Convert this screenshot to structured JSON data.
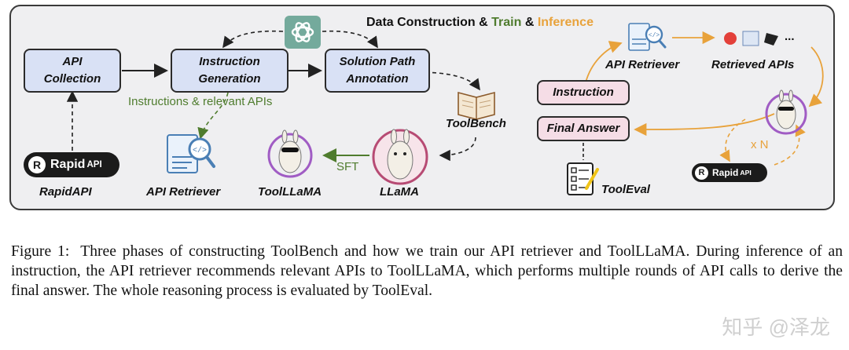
{
  "figure": {
    "title_prefix": "Data Construction &",
    "title_train": "Train",
    "title_amp": "&",
    "title_inference": "Inference",
    "boxes": {
      "api_collection": [
        "API",
        "Collection"
      ],
      "instruction_generation": [
        "Instruction",
        "Generation"
      ],
      "solution_path_annotation": [
        "Solution Path",
        "Annotation"
      ],
      "instruction": "Instruction",
      "final_answer": "Final Answer"
    },
    "labels": {
      "rapidapi": "RapidAPI",
      "api_retriever": "API Retriever",
      "toolllama": "ToolLLaMA",
      "llama": "LLaMA",
      "toolbench": "ToolBench",
      "api_retriever_inference": "API Retriever",
      "retrieved_apis": "Retrieved APIs",
      "tooleval": "ToolEval"
    },
    "edge_labels": {
      "instructions_apis": "Instructions &   relevant APIs",
      "sft": "SFT",
      "xn": "x N",
      "ellipsis": "..."
    },
    "rapidapi_logo": {
      "letter": "R",
      "word": "Rapid",
      "suffix": "API"
    },
    "colors": {
      "train": "#4f7c2e",
      "inference": "#e8a23b",
      "box_blue": "#d9e1f5",
      "box_pink": "#f5dde6",
      "frame_bg": "#efeff1"
    },
    "icons": [
      "chatgpt-icon",
      "document-search-icon",
      "book-icon",
      "llama-icon",
      "checklist-icon"
    ]
  },
  "caption": {
    "label": "Figure 1:",
    "text": "Three phases of constructing ToolBench and how we train our API retriever and ToolLLaMA. During inference of an instruction, the API retriever recommends relevant APIs to ToolLLaMA, which performs multiple rounds of API calls to derive the final answer. The whole reasoning process is evaluated by ToolEval."
  },
  "watermark": "知乎 @泽龙"
}
